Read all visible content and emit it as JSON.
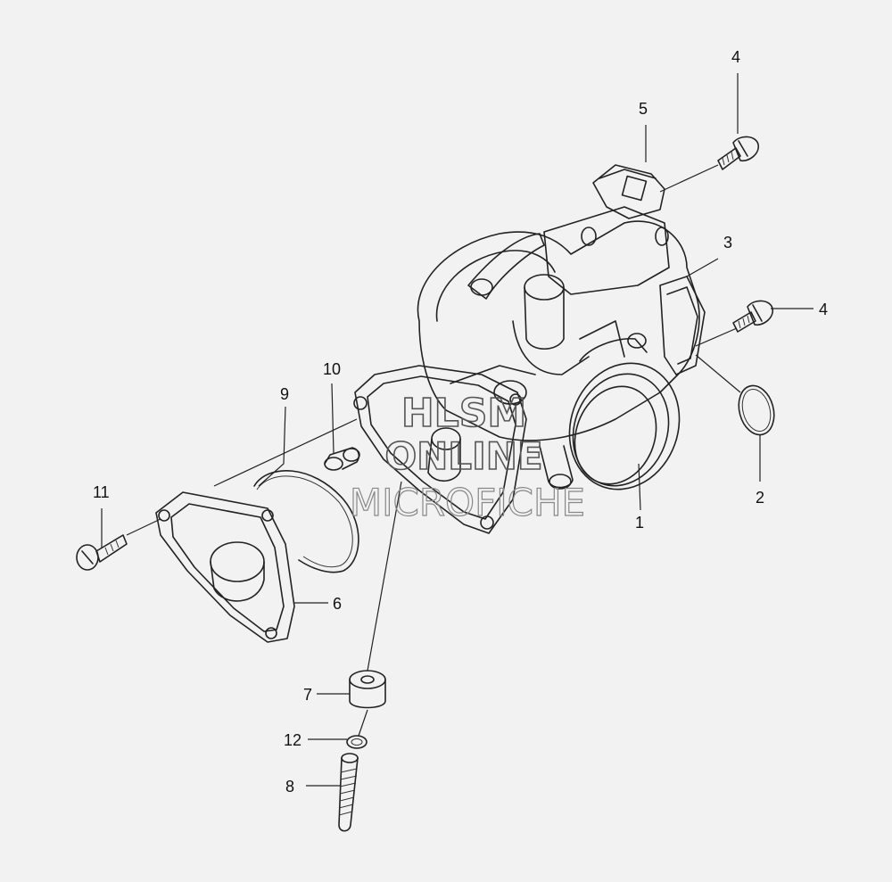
{
  "labels": {
    "p1": "1",
    "p2": "2",
    "p3": "3",
    "p4a": "4",
    "p4b": "4",
    "p5": "5",
    "p6": "6",
    "p7": "7",
    "p8": "8",
    "p9": "9",
    "p10": "10",
    "p11": "11",
    "p12": "12"
  },
  "watermark": {
    "line1": "HLSM",
    "line2": "ONLINE",
    "line3": "MICROFICHE"
  },
  "colors": {
    "background": "#f2f2f2",
    "ink": "#222222",
    "watermark": "#555555"
  }
}
